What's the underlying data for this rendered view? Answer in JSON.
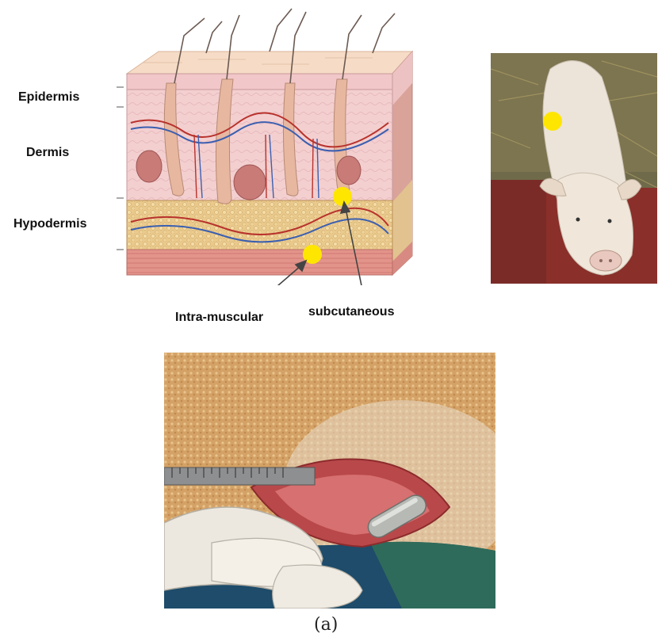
{
  "skin_diagram": {
    "layer_labels": {
      "epidermis": "Epidermis",
      "dermis": "Dermis",
      "hypodermis": "Hypodermis"
    },
    "site_labels": {
      "intramuscular": "Intra-muscular",
      "subcutaneous": "subcutaneous"
    },
    "marker_color": "#ffe600"
  },
  "pig_photo": {
    "marker_color": "#ffe600"
  },
  "surgery_photo": {},
  "caption": "(a)"
}
